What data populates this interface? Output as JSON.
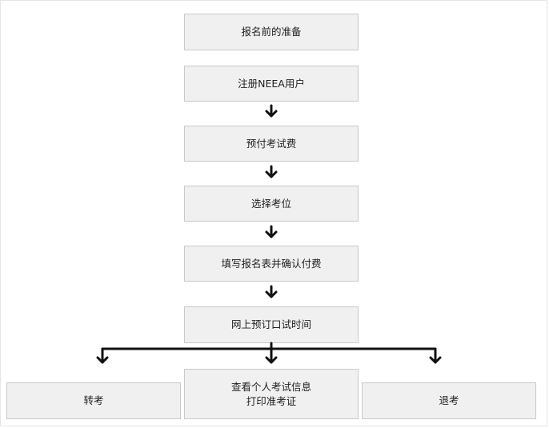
{
  "flow": {
    "steps": [
      {
        "label": "报名前的准备"
      },
      {
        "label": "注册NEEA用户"
      },
      {
        "label": "预付考试费"
      },
      {
        "label": "选择考位"
      },
      {
        "label": "填写报名表并确认付费"
      },
      {
        "label": "网上预订口试时间"
      }
    ],
    "branches": {
      "left": {
        "label": "转考"
      },
      "center": {
        "line1": "查看个人考试信息",
        "line2": "打印准考证"
      },
      "right": {
        "label": "退考"
      }
    }
  },
  "colors": {
    "box_fill": "#f0f0f0",
    "box_border": "#c9c9c9",
    "arrow": "#111111"
  }
}
